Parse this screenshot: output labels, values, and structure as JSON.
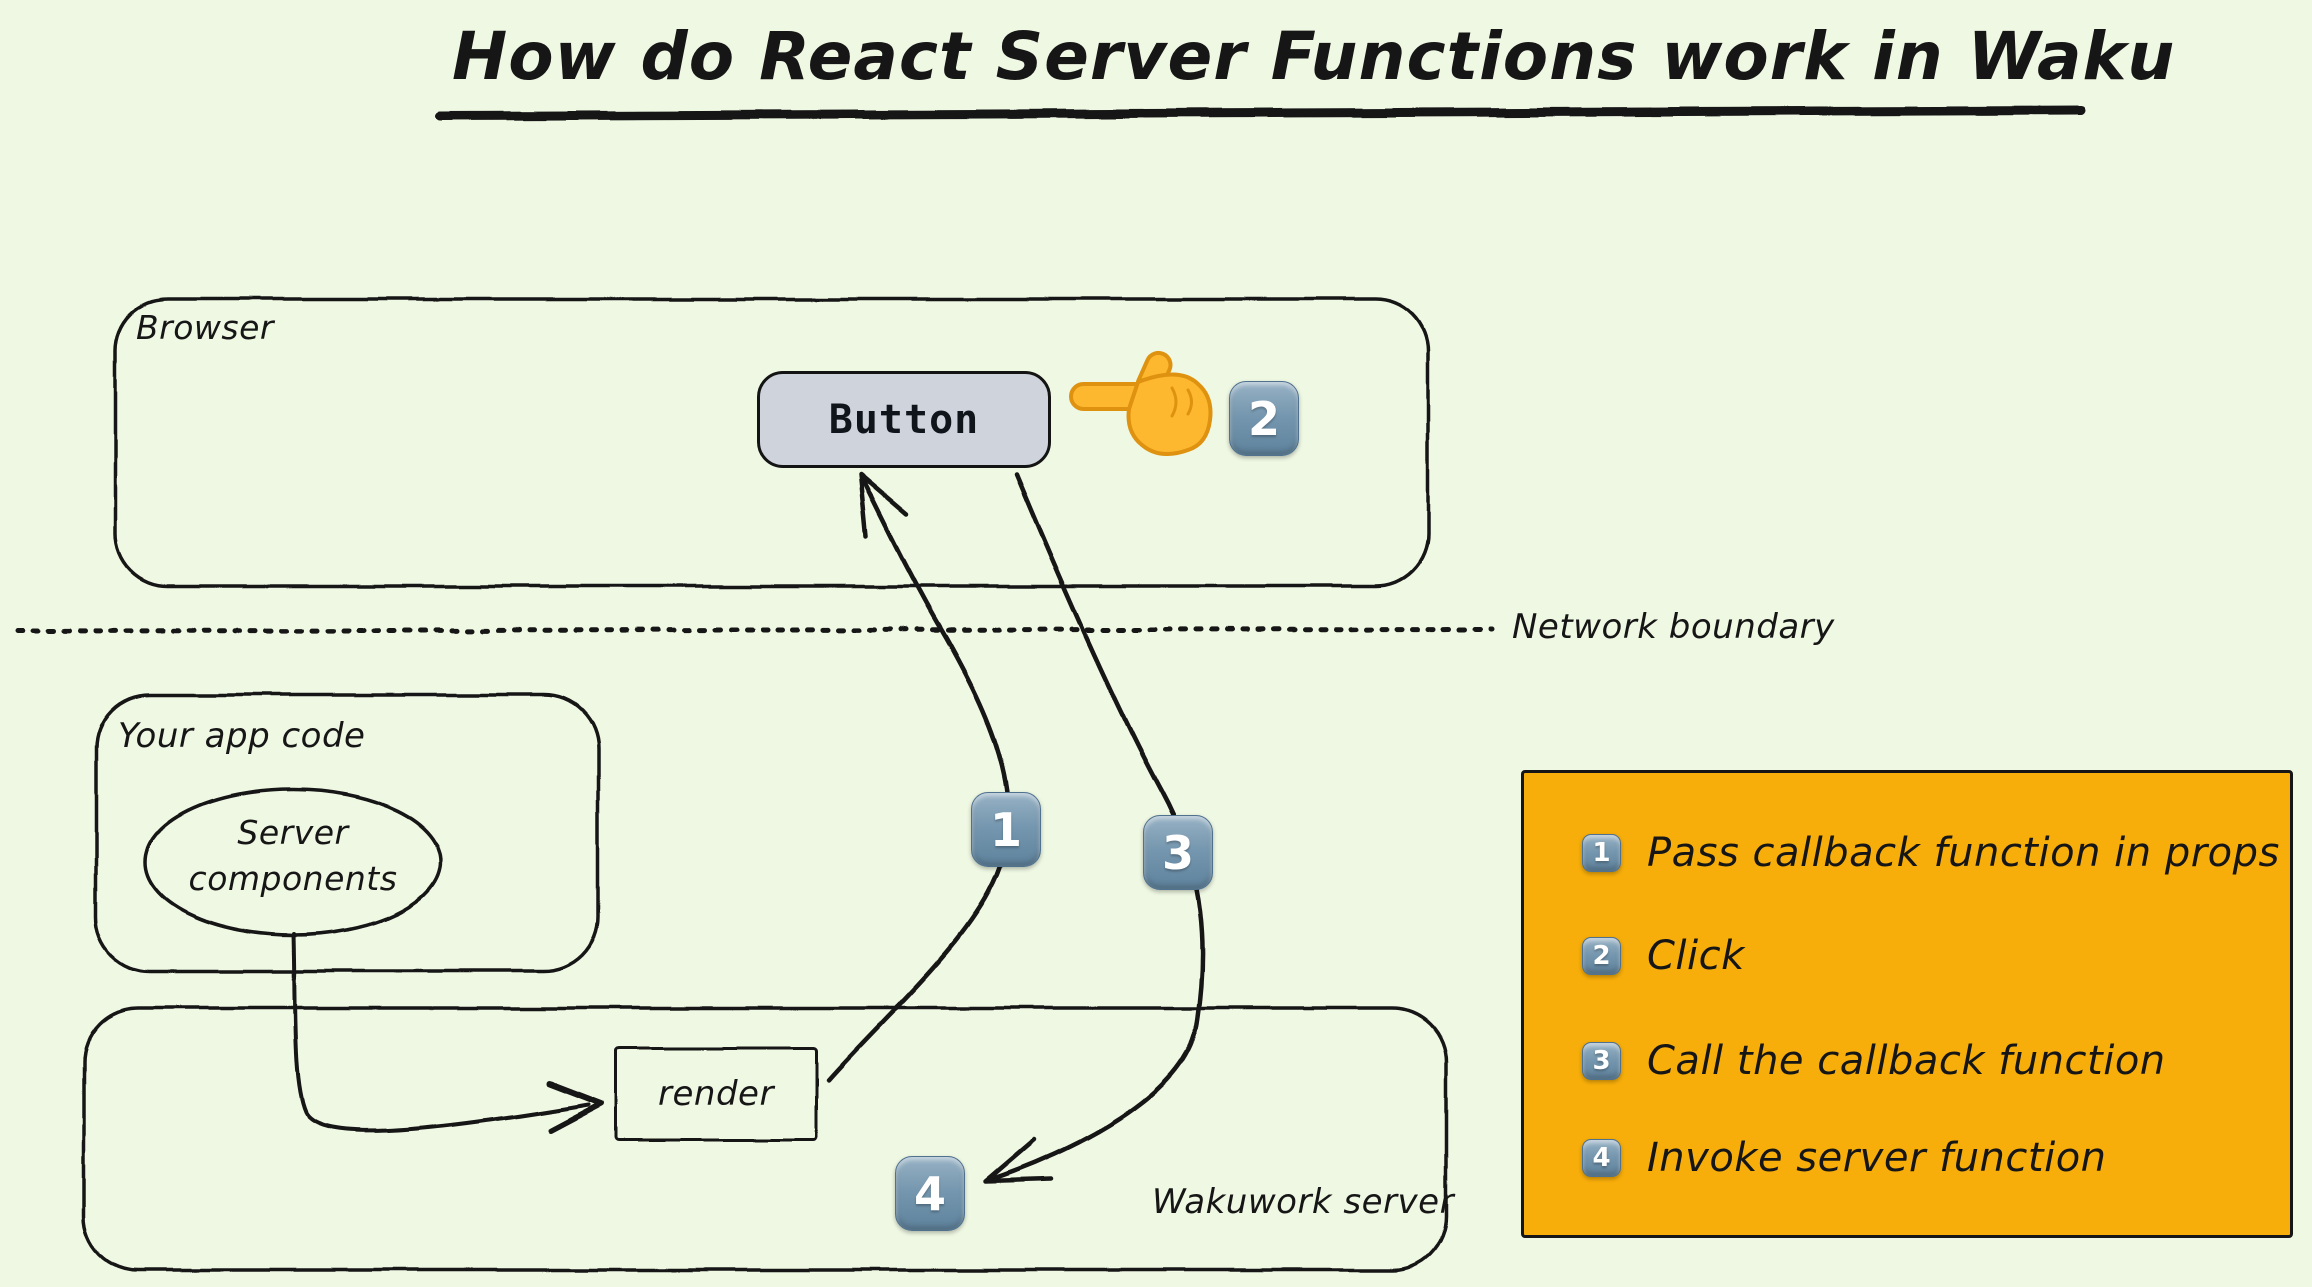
{
  "title": "How do React Server Functions work in Waku",
  "browser_box": {
    "label": "Browser",
    "button": "Button"
  },
  "network_boundary": {
    "label": "Network boundary"
  },
  "app_code_box": {
    "label": "Your app code",
    "ellipse": "Server components"
  },
  "server_box": {
    "label": "Wakuwork server",
    "render": "render"
  },
  "badges": {
    "step1": "1",
    "step2": "2",
    "step3": "3",
    "step4": "4"
  },
  "legend": {
    "items": [
      {
        "num": "1",
        "text": "Pass callback function in props"
      },
      {
        "num": "2",
        "text": "Click"
      },
      {
        "num": "3",
        "text": "Call the callback function"
      },
      {
        "num": "4",
        "text": "Invoke server function"
      }
    ]
  },
  "colors": {
    "background": "#EFF8E3",
    "stroke": "#181818",
    "legend_bg": "#F8AE0A",
    "button_fill": "#CED3DC",
    "keycap_blue": "#7496AE",
    "hand_yellow": "#FDB82F"
  }
}
